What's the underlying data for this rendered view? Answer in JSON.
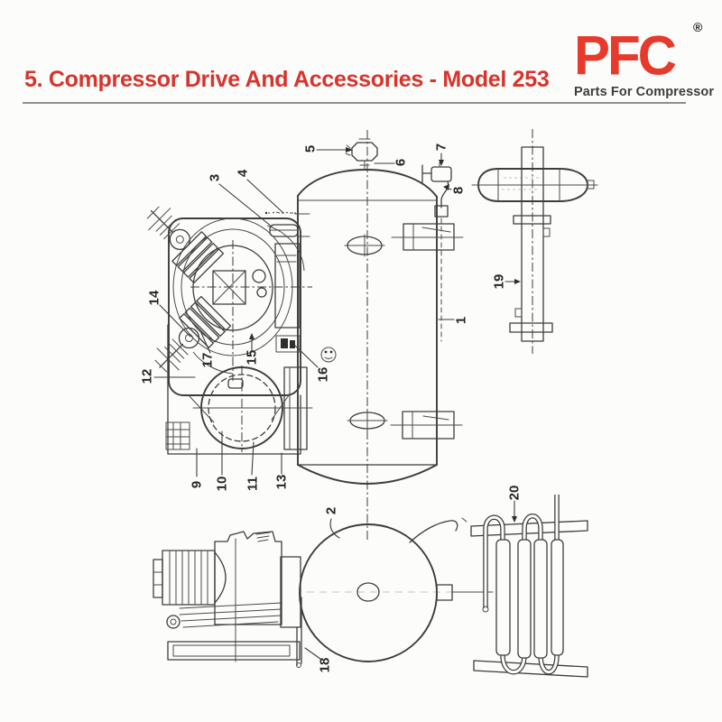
{
  "page": {
    "background": "#fcfcfa"
  },
  "header": {
    "title": "5. Compressor Drive And Accessories - Model 253",
    "title_color": "#d6342c",
    "divider_color": "#8f8f8f",
    "logo": {
      "name": "PFC",
      "registered_mark": "®",
      "tagline": "Parts For Compressor",
      "logo_color": "#e63a2d",
      "tagline_color": "#3d3d3d"
    }
  },
  "diagram": {
    "type": "parts-diagram",
    "subject": "compressor drive and accessories exploded view",
    "ink_color": "#3d3d3d",
    "part_labels": [
      "1",
      "2",
      "3",
      "4",
      "5",
      "6",
      "7",
      "8",
      "9",
      "10",
      "11",
      "12",
      "13",
      "14",
      "15",
      "16",
      "17",
      "18",
      "19",
      "20"
    ]
  }
}
